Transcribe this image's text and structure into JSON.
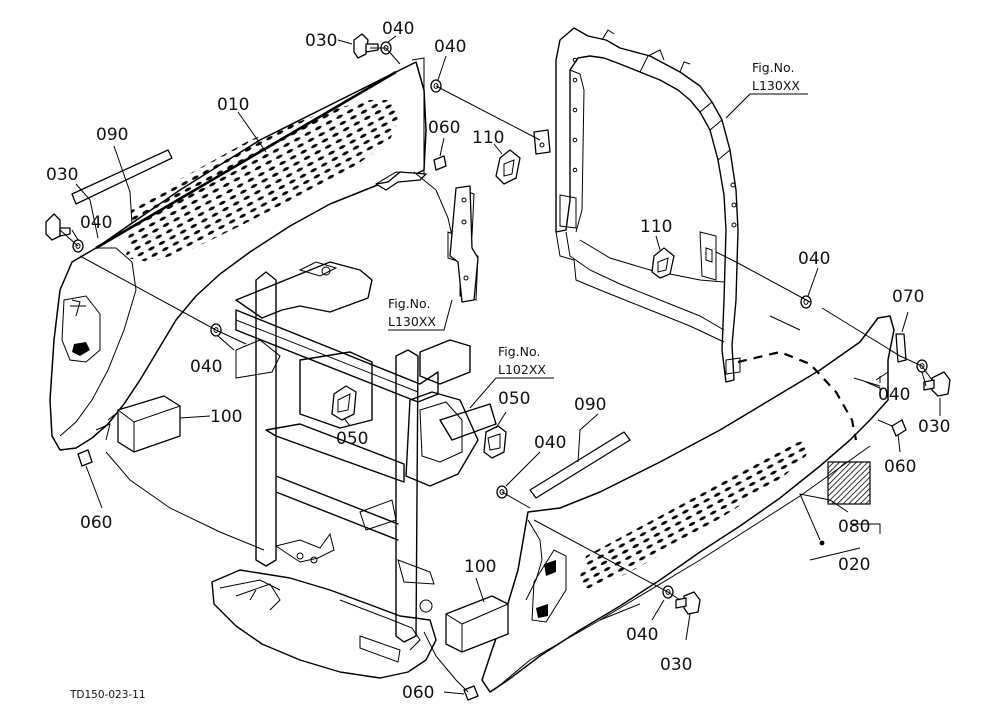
{
  "drawing_code": "TD150-023-11",
  "figure_refs": [
    {
      "line1": "Fig.No.",
      "line2": "L130XX"
    },
    {
      "line1": "Fig.No.",
      "line2": "L130XX"
    },
    {
      "line1": "Fig.No.",
      "line2": "L102XX"
    }
  ],
  "callouts": [
    {
      "id": "c1",
      "label": "030"
    },
    {
      "id": "c2",
      "label": "040"
    },
    {
      "id": "c3",
      "label": "040"
    },
    {
      "id": "c4",
      "label": "010"
    },
    {
      "id": "c5",
      "label": "090"
    },
    {
      "id": "c6",
      "label": "030"
    },
    {
      "id": "c7",
      "label": "040"
    },
    {
      "id": "c8",
      "label": "060"
    },
    {
      "id": "c9",
      "label": "110"
    },
    {
      "id": "c10",
      "label": "110"
    },
    {
      "id": "c11",
      "label": "040"
    },
    {
      "id": "c12",
      "label": "070"
    },
    {
      "id": "c13",
      "label": "040"
    },
    {
      "id": "c14",
      "label": "030"
    },
    {
      "id": "c15",
      "label": "060"
    },
    {
      "id": "c16",
      "label": "040"
    },
    {
      "id": "c17",
      "label": "050"
    },
    {
      "id": "c18",
      "label": "100"
    },
    {
      "id": "c19",
      "label": "060"
    },
    {
      "id": "c20",
      "label": "050"
    },
    {
      "id": "c21",
      "label": "040"
    },
    {
      "id": "c22",
      "label": "090"
    },
    {
      "id": "c23",
      "label": "080"
    },
    {
      "id": "c24",
      "label": "020"
    },
    {
      "id": "c25",
      "label": "100"
    },
    {
      "id": "c26",
      "label": "040"
    },
    {
      "id": "c27",
      "label": "030"
    },
    {
      "id": "c28",
      "label": "060"
    }
  ]
}
